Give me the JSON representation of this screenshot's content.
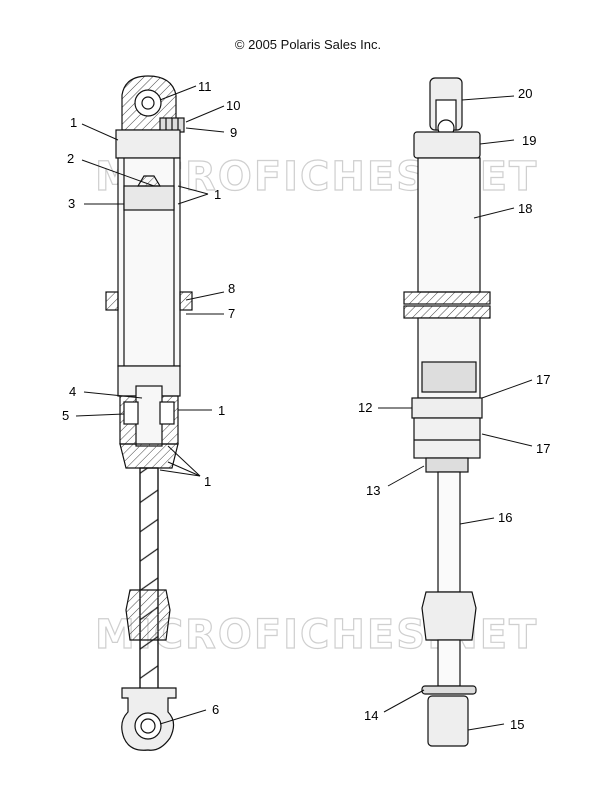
{
  "copyright": "© 2005 Polaris Sales Inc.",
  "watermark_text": "MICROFICHES.NET",
  "callouts": [
    {
      "id": "c11a",
      "label": "11"
    },
    {
      "id": "c10",
      "label": "10"
    },
    {
      "id": "c9",
      "label": "9"
    },
    {
      "id": "c1a",
      "label": "1"
    },
    {
      "id": "c2",
      "label": "2"
    },
    {
      "id": "c1b",
      "label": "1"
    },
    {
      "id": "c3",
      "label": "3"
    },
    {
      "id": "c8",
      "label": "8"
    },
    {
      "id": "c7",
      "label": "7"
    },
    {
      "id": "c4",
      "label": "4"
    },
    {
      "id": "c5",
      "label": "5"
    },
    {
      "id": "c1c",
      "label": "1"
    },
    {
      "id": "c1d",
      "label": "1"
    },
    {
      "id": "c6",
      "label": "6"
    },
    {
      "id": "c20",
      "label": "20"
    },
    {
      "id": "c19",
      "label": "19"
    },
    {
      "id": "c18",
      "label": "18"
    },
    {
      "id": "c17a",
      "label": "17"
    },
    {
      "id": "c12",
      "label": "12"
    },
    {
      "id": "c17b",
      "label": "17"
    },
    {
      "id": "c13",
      "label": "13"
    },
    {
      "id": "c16",
      "label": "16"
    },
    {
      "id": "c14",
      "label": "14"
    },
    {
      "id": "c15",
      "label": "15"
    }
  ],
  "colors": {
    "line": "#111111",
    "fill": "#f7f7f7",
    "hatch": "#444444",
    "watermark": "#cfcfcf"
  }
}
